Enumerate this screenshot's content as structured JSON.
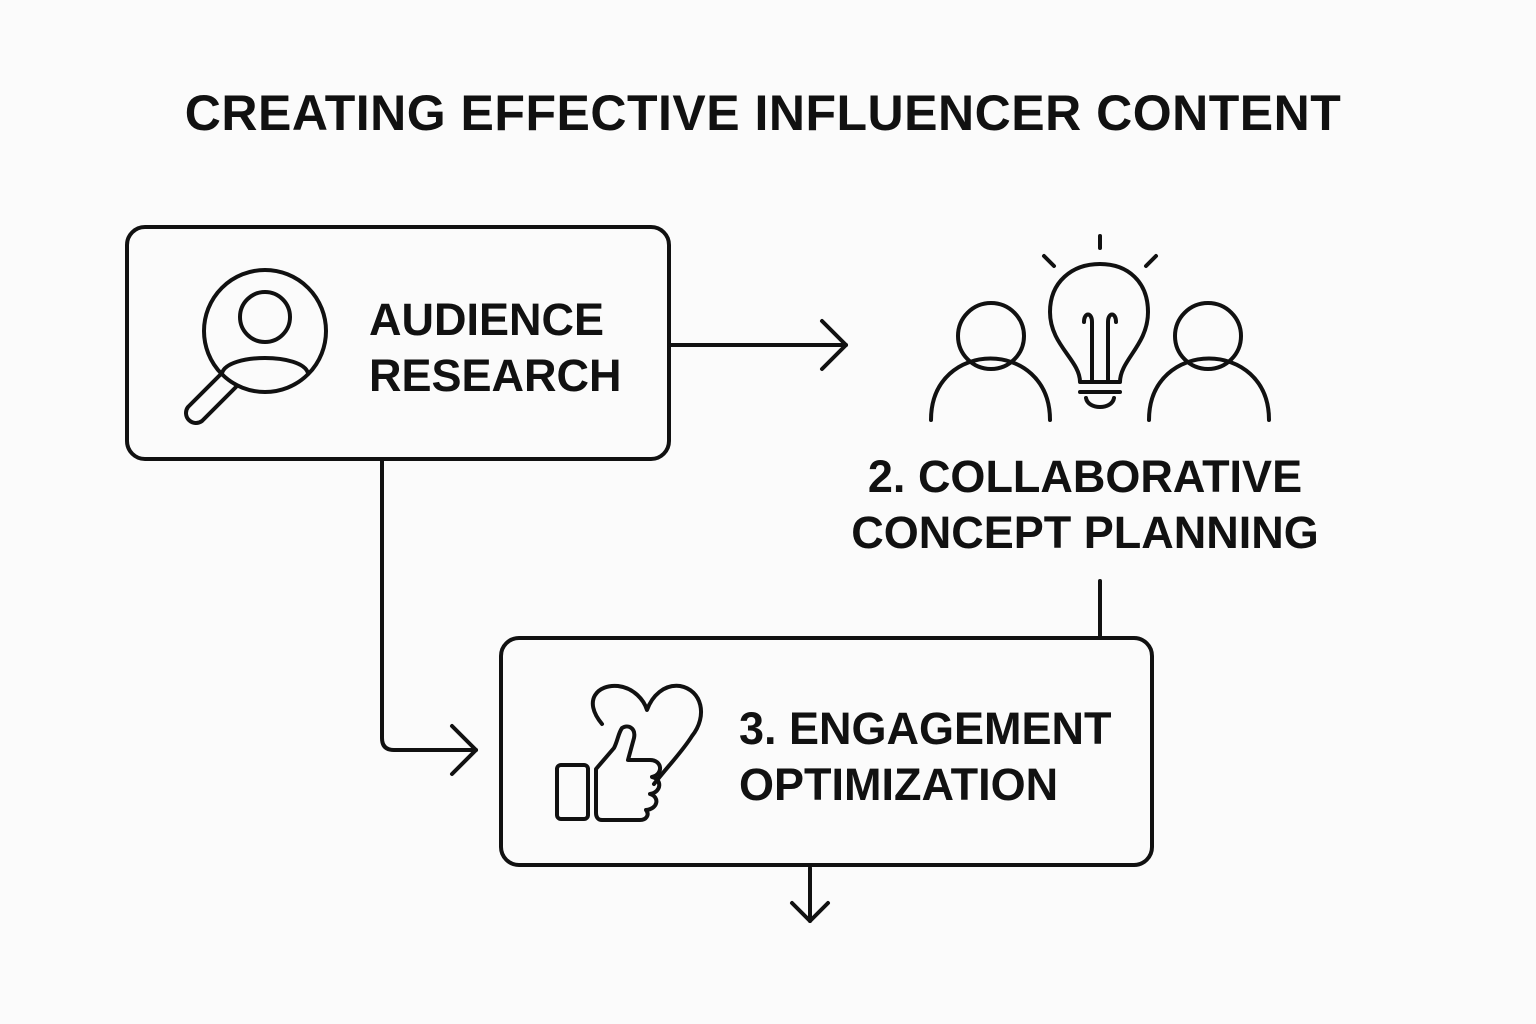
{
  "title": "CREATING EFFECTIVE INFLUENCER CONTENT",
  "steps": [
    {
      "id": "audience-research",
      "lines": [
        "AUDIENCE",
        "RESEARCH"
      ],
      "icon": "magnifier-user-icon"
    },
    {
      "id": "collaborative-concept-planning",
      "lines": [
        "2. COLLABORATIVE",
        "CONCEPT PLANNING"
      ],
      "icon": "people-lightbulb-icon"
    },
    {
      "id": "engagement-optimization",
      "lines": [
        "3. ENGAGEMENT",
        "OPTIMIZATION"
      ],
      "icon": "heart-thumbs-up-icon"
    }
  ],
  "colors": {
    "background": "#fbfbfb",
    "stroke": "#111111"
  }
}
